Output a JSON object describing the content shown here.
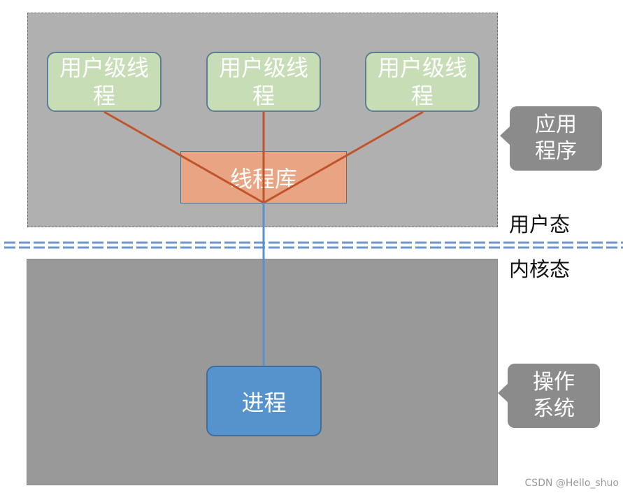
{
  "user_space": {
    "threads": [
      {
        "label": "用户级线程"
      },
      {
        "label": "用户级线程"
      },
      {
        "label": "用户级线程"
      }
    ],
    "thread_library": "线程库",
    "callout": "应用程序"
  },
  "boundary": {
    "user_mode": "用户态",
    "kernel_mode": "内核态"
  },
  "kernel_space": {
    "process": "进程",
    "callout": "操作系统"
  },
  "watermark": "CSDN @Hello_shuo",
  "colors": {
    "user_zone": "#b0b0b0",
    "kernel_zone": "#999999",
    "user_thread_fill": "#c6ddb5",
    "thread_library_fill": "#e9a583",
    "process_fill": "#5692cc",
    "thread_link": "#c0542b",
    "kernel_link": "#5b8fd0",
    "boundary_line": "#6e95c8",
    "callout_fill": "#8b8b8b"
  }
}
